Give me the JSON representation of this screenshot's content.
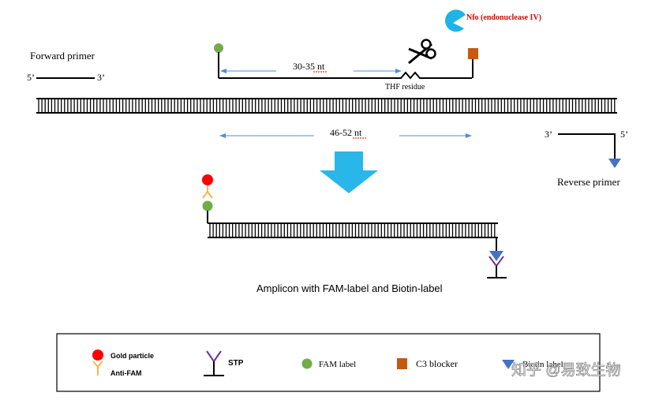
{
  "labels": {
    "forward_primer": "Forward primer",
    "fwd_5": "5’",
    "fwd_3": "3’",
    "probe_length": "30-35 nt",
    "thf": "THF residue",
    "nfo": "Nfo (endonuclease IV)",
    "amplicon_length": "46-52 nt",
    "rev_3": "3’",
    "rev_5": "5’",
    "reverse_primer": "Reverse primer",
    "amplicon_caption": "Amplicon with FAM-label and Biotin-label"
  },
  "legend": {
    "gold_particle": "Gold particle",
    "anti_fam": "Anti-FAM",
    "stp": "STP",
    "fam_label": "FAM label",
    "c3_blocker": "C3 blocker",
    "biotin_label": "Biotin label"
  },
  "watermark": "知乎 @易致生物",
  "colors": {
    "fam_green": "#70AD47",
    "c3_orange": "#C55A11",
    "gold_red": "#FF0000",
    "anti_fam_yellow": "#F2B84B",
    "biotin_blue": "#4472C4",
    "stp_purple": "#7030A0",
    "nfo_blue": "#1EB4E6",
    "arrow_blue": "#29B6E9",
    "dim_arrow": "#4A90D9",
    "nfo_text": "#E00000"
  }
}
